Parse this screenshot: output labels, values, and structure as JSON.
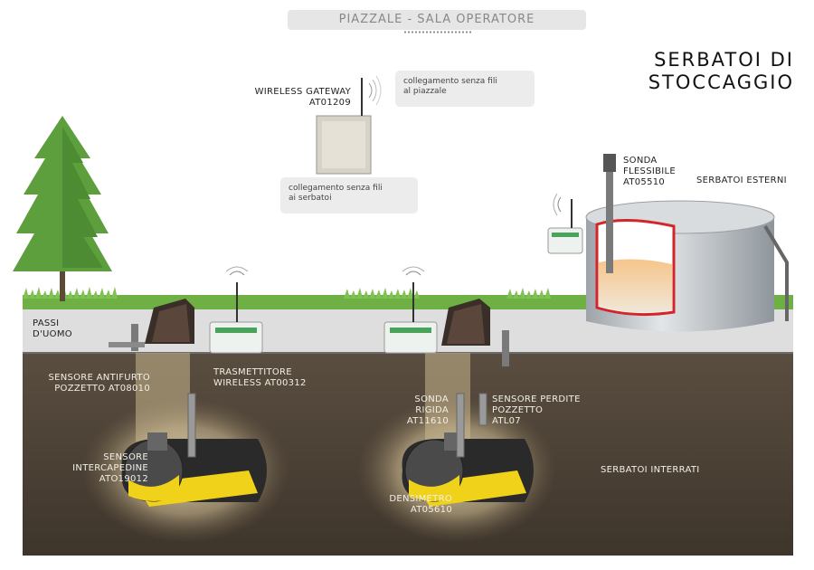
{
  "header": {
    "title": "PIAZZALE - SALA OPERATORE"
  },
  "main_title": "SERBATOI DI\nSTOCCAGGIO",
  "gateway": {
    "label": "WIRELESS GATEWAY\nAT01209"
  },
  "bubbles": {
    "piazzale": "collegamento senza fili\nal piazzale",
    "serbatoi": "collegamento senza fili\nai serbatoi"
  },
  "labels": {
    "sonda_flessibile": "SONDA\nFLESSIBILE\nAT05510",
    "serbatoi_esterni": "SERBATOI ESTERNI",
    "passi_uomo": "PASSI\nD'UOMO",
    "sensore_antifurto": "SENSORE ANTIFURTO\nPOZZETTO AT08010",
    "trasmettitore": "TRASMETTITORE\nWIRELESS AT00312",
    "sonda_rigida": "SONDA\nRIGIDA\nAT11610",
    "sensore_perdite": "SENSORE PERDITE\nPOZZETTO\nATL07",
    "sensore_intercapedine": "SENSORE\nINTERCAPEDINE\nATO19012",
    "densimetro": "DENSIMETRO\nAT05610",
    "serbatoi_interrati": "SERBATOI INTERRATI"
  },
  "colors": {
    "soil": "#4a3f33",
    "road": "#dcdcdc",
    "grass": "#6fb045",
    "tree": "#5d9e3d",
    "tank_shell": "#c9cdd1",
    "fuel": "#f0d21a",
    "tank_outline": "#d3262a"
  }
}
